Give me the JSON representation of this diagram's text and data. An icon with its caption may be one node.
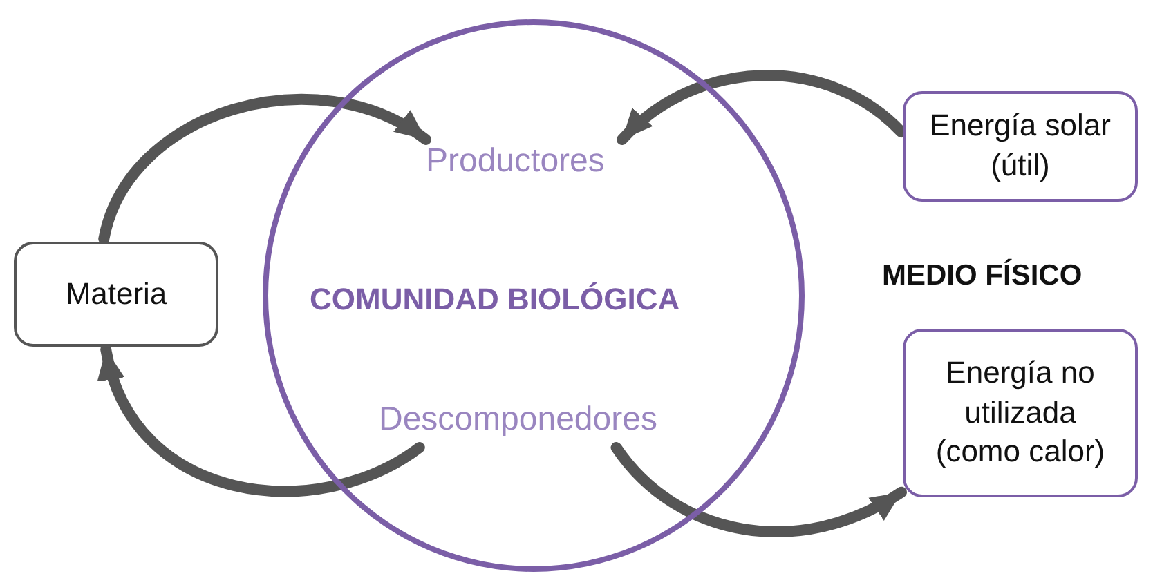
{
  "diagram": {
    "nodes": [
      {
        "text": [
          "COMUNIDAD BIOLÓGICA"
        ]
      },
      {
        "text": [
          "Productores"
        ],
        "in": 0
      },
      {
        "text": [
          "Descomponedores"
        ],
        "in": 0
      },
      {
        "text": [
          "Materia"
        ]
      },
      {
        "text": [
          "Energía solar (útil)"
        ]
      },
      {
        "text": [
          "Energía no utilizada (como calor)"
        ]
      }
    ],
    "edges": [
      {
        "from": 3,
        "to": 1,
        "arrow": "to"
      },
      {
        "from": 4,
        "to": 1,
        "arrow": "to"
      },
      {
        "from": 2,
        "to": 3,
        "arrow": "to"
      },
      {
        "from": 2,
        "to": 5,
        "arrow": "to"
      }
    ],
    "labels": [
      "MEDIO FÍSICO"
    ]
  }
}
